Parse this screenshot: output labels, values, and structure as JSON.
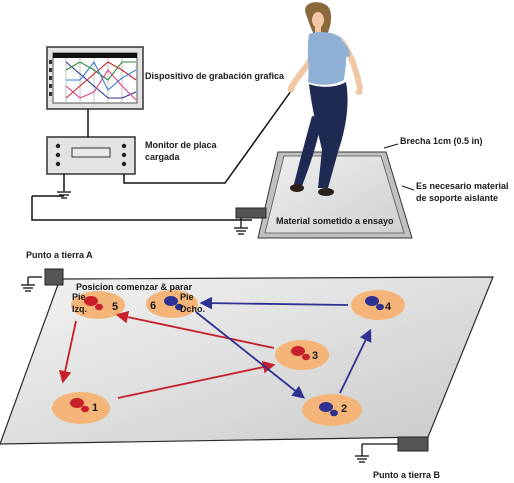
{
  "labels": {
    "recorder": "Dispositivo de grabación grafica",
    "monitor_line1": "Monitor de placa",
    "monitor_line2": "cargada",
    "thickness": "Brecha 1cm (0.5 in)",
    "support_line1": "Es necesario material",
    "support_line2": "de soporte aislante",
    "test_material": "Material sometido a ensayo",
    "ground_a": "Punto a tierra A",
    "ground_b": "Punto a tierra B",
    "start_stop": "Posicion comenzar & parar",
    "left_foot_line1": "Pie",
    "left_foot_line2": "Izq.",
    "right_foot_line1": "Pie",
    "right_foot_line2": "Dcho."
  },
  "steps": [
    "1",
    "2",
    "3",
    "4",
    "5",
    "6"
  ],
  "colors": {
    "left_foot": "#c8202a",
    "right_foot": "#2e3192",
    "step_pad": "#f5b578",
    "plate": "#dcdedd",
    "arrow_left": "#c8202a",
    "arrow_right": "#2e3192",
    "instrument": "#e3e3e3",
    "cable": "#111111"
  },
  "recorder_trace_colors": [
    "#2e3192",
    "#c8202a",
    "#2e8b3a",
    "#e04080",
    "#3a7fd0"
  ]
}
